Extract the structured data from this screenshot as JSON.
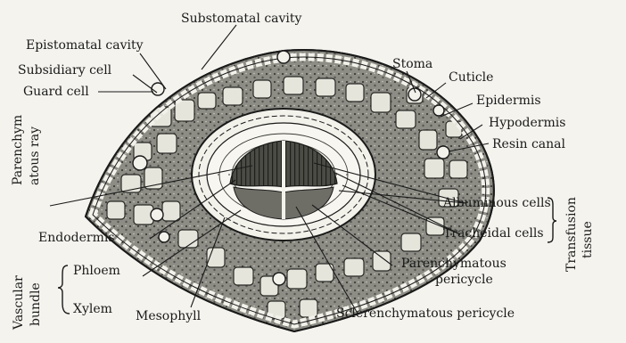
{
  "labels": {
    "substomatal_cavity": "Substomatal cavity",
    "epistomatal_cavity": "Epistomatal cavity",
    "subsidiary_cell": "Subsidiary cell",
    "guard_cell": "Guard cell",
    "stoma": "Stoma",
    "cuticle": "Cuticle",
    "epidermis": "Epidermis",
    "hypodermis": "Hypodermis",
    "resin_canal": "Resin canal",
    "parenchymatous_ray_line1": "Parenchym",
    "parenchymatous_ray_line2": "atous ray",
    "albuminous_cells": "Albuminous cells",
    "tracheidal_cells": "Tracheidal cells",
    "transfusion_line1": "Transfusion",
    "transfusion_line2": "tissue",
    "endodermis": "Endodermis",
    "vascular_line1": "Vascular",
    "vascular_line2": "bundle",
    "phloem": "Phloem",
    "xylem": "Xylem",
    "mesophyll": "Mesophyll",
    "parenchymatous_pericycle_line1": "Parenchymatous",
    "parenchymatous_pericycle_line2": "pericycle",
    "sclerenchymatous_pericycle": "Sclerenchymatous pericycle"
  }
}
